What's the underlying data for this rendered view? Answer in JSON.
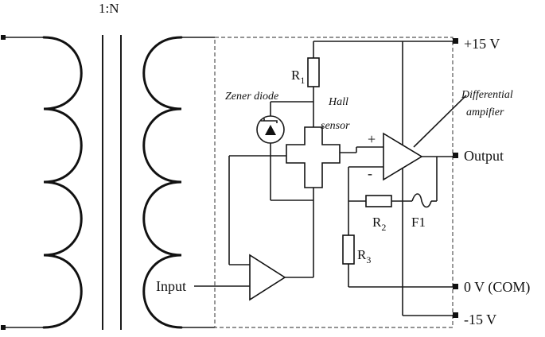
{
  "labels": {
    "ratio": "1:N",
    "supply_pos": "+15 V",
    "supply_neg": "-15 V",
    "output": "Output",
    "com": "0 V (COM)",
    "input": "Input",
    "r1": "R",
    "r1_sub": "1",
    "r2": "R",
    "r2_sub": "2",
    "r3": "R",
    "r3_sub": "3",
    "fuse": "F1",
    "zener": "Zener diode",
    "hall_line1": "Hall",
    "hall_line2": "sensor",
    "diff_line1": "Differential",
    "diff_line2": "ampifier",
    "plus": "+",
    "minus": "-"
  }
}
